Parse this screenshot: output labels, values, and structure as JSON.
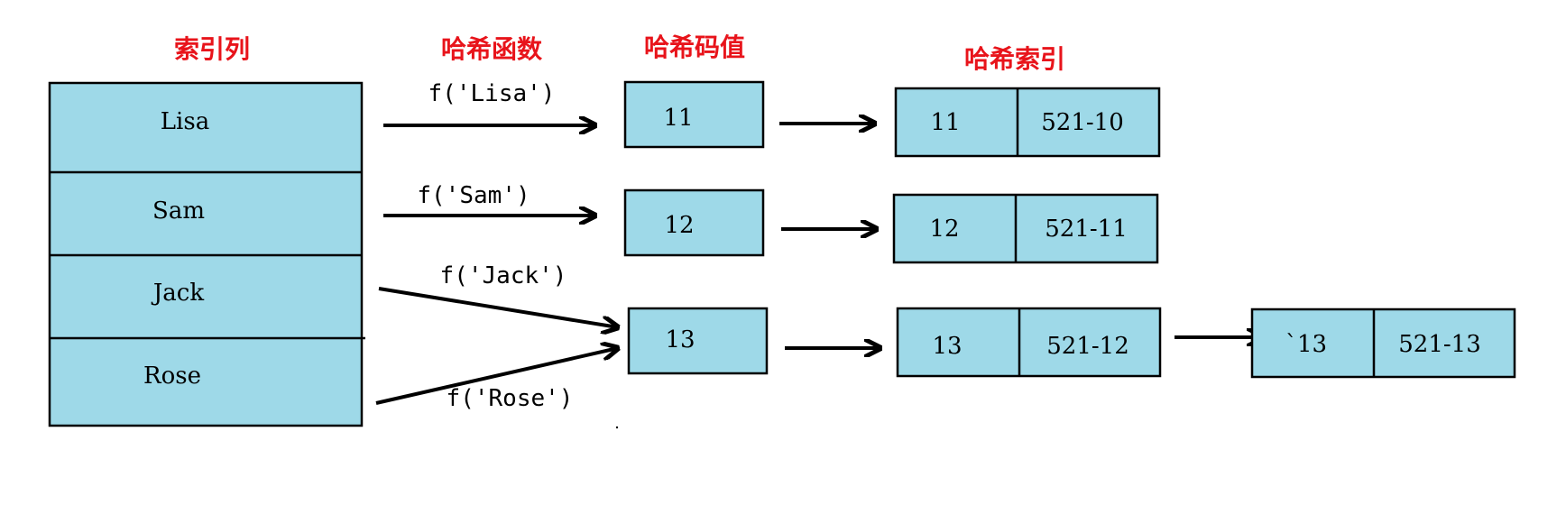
{
  "headers": {
    "index_column": "索引列",
    "hash_function": "哈希函数",
    "hash_code": "哈希码值",
    "hash_index": "哈希索引"
  },
  "index_column": [
    "Lisa",
    "Sam",
    "Jack",
    "Rose"
  ],
  "hash_calls": [
    "f('Lisa')",
    "f('Sam')",
    "f('Jack')",
    "f('Rose')"
  ],
  "hash_codes": [
    "11",
    "12",
    "13"
  ],
  "hash_index": [
    {
      "key": "11",
      "value": "521-10"
    },
    {
      "key": "12",
      "value": "521-11"
    },
    {
      "key": "13",
      "value": "521-12"
    }
  ],
  "chain": {
    "key": "`13",
    "value": "521-13"
  },
  "colors": {
    "cell_fill": "#9ed9e8",
    "header": "#e8141b",
    "stroke": "#000000"
  }
}
